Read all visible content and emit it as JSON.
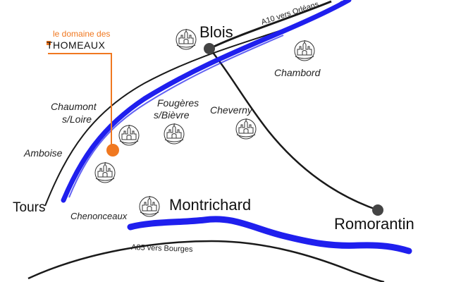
{
  "domain": {
    "line1": "le domaine des",
    "line2": "THOMEAUX",
    "color": "#f07820"
  },
  "towns": {
    "blois": "Blois",
    "montrichard": "Montrichard",
    "romorantin": "Romorantin",
    "tours": "Tours"
  },
  "places": {
    "chambord": "Chambord",
    "chaumont_1": "Chaumont",
    "chaumont_2": "s/Loire",
    "fougeres_1": "Fougères",
    "fougeres_2": "s/Bièvre",
    "cheverny": "Cheverny",
    "amboise": "Amboise",
    "chenonceaux": "Chenonceaux"
  },
  "roads": {
    "a10": "A10 vers Orléans",
    "a85": "A85 vers Bourges"
  },
  "colors": {
    "river": "#1f1fee",
    "road": "#1a1a1a",
    "marker": "#f07820",
    "city_dot": "#444444"
  },
  "icons": {
    "chateau": "castle-icon",
    "city": "city-dot-icon",
    "domain": "location-marker-icon"
  }
}
